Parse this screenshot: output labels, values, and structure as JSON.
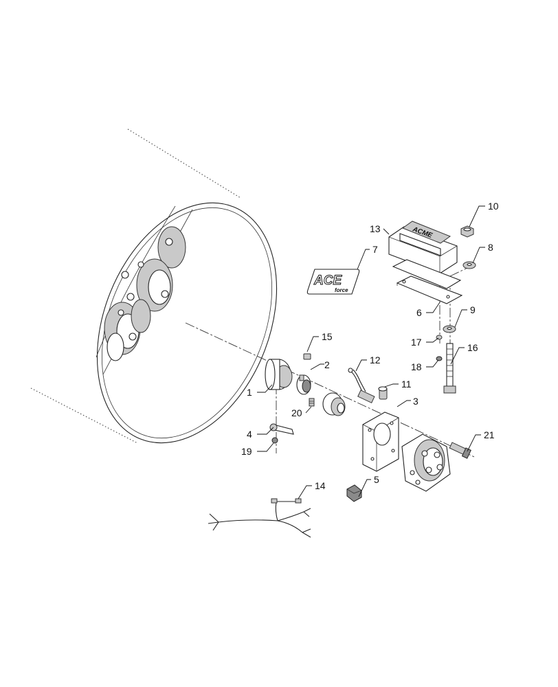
{
  "callouts": [
    {
      "id": "1",
      "label": "1"
    },
    {
      "id": "2",
      "label": "2"
    },
    {
      "id": "3",
      "label": "3"
    },
    {
      "id": "4",
      "label": "4"
    },
    {
      "id": "5",
      "label": "5"
    },
    {
      "id": "6",
      "label": "6"
    },
    {
      "id": "7",
      "label": "7"
    },
    {
      "id": "8",
      "label": "8"
    },
    {
      "id": "9",
      "label": "9"
    },
    {
      "id": "10",
      "label": "10"
    },
    {
      "id": "11",
      "label": "11"
    },
    {
      "id": "12",
      "label": "12"
    },
    {
      "id": "13",
      "label": "13"
    },
    {
      "id": "14",
      "label": "14"
    },
    {
      "id": "15",
      "label": "15"
    },
    {
      "id": "16",
      "label": "16"
    },
    {
      "id": "17",
      "label": "17"
    },
    {
      "id": "18",
      "label": "18"
    },
    {
      "id": "19",
      "label": "19"
    },
    {
      "id": "20",
      "label": "20"
    },
    {
      "id": "21",
      "label": "21"
    }
  ],
  "logo": {
    "main": "ACE",
    "sub": "force"
  },
  "module_brand": "ACME",
  "colors": {
    "line": "#222222",
    "background": "#ffffff",
    "shade": "#c9c9c9"
  }
}
